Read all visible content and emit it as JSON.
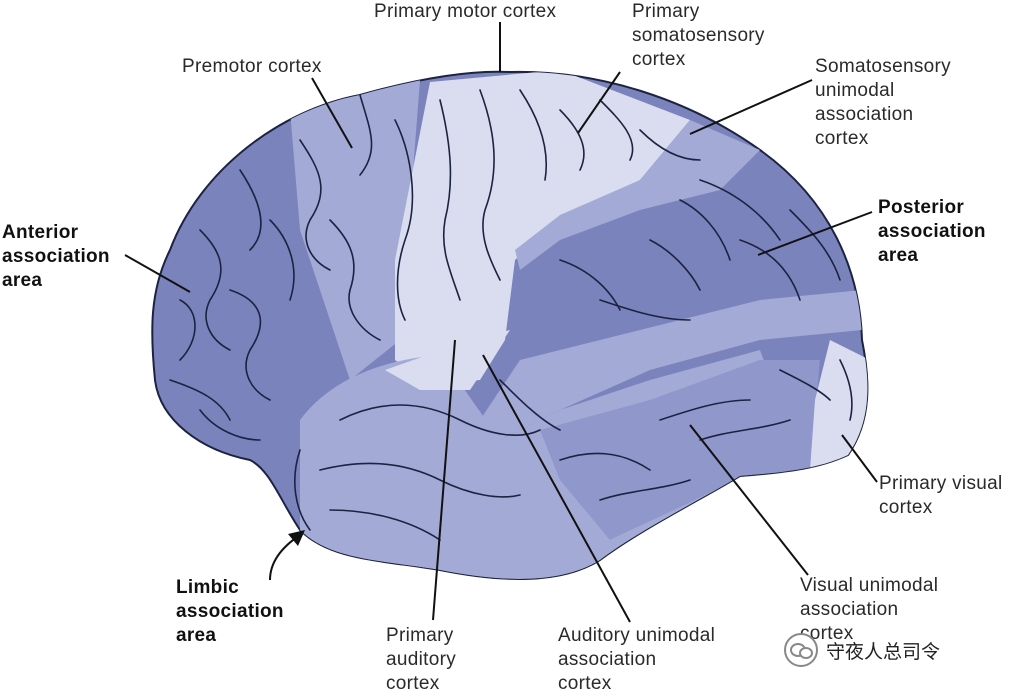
{
  "labels": {
    "primary_motor": "Primary motor cortex",
    "primary_somatosensory": [
      "Primary",
      "somatosensory",
      "cortex"
    ],
    "premotor": "Premotor cortex",
    "somatosensory_unimodal": [
      "Somatosensory",
      "unimodal",
      "association",
      "cortex"
    ],
    "anterior_association": [
      "Anterior",
      "association",
      "area"
    ],
    "posterior_association": [
      "Posterior",
      "association",
      "area"
    ],
    "primary_visual": [
      "Primary visual",
      "cortex"
    ],
    "limbic_association": [
      "Limbic",
      "association",
      "area"
    ],
    "primary_auditory": [
      "Primary",
      "auditory",
      "cortex"
    ],
    "auditory_unimodal": [
      "Auditory unimodal",
      "association",
      "cortex"
    ],
    "visual_unimodal": [
      "Visual unimodal",
      "association",
      "cortex"
    ]
  },
  "watermark": "守夜人总司令",
  "colors": {
    "brain_dark": "#7b83bd",
    "brain_mid": "#a3aad6",
    "brain_light": "#d9ddef",
    "sulci": "#1c2340"
  }
}
